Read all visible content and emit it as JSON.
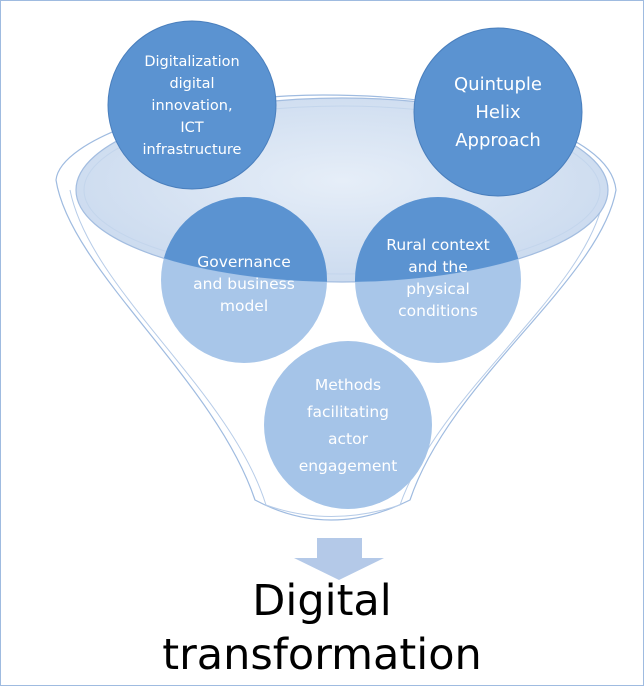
{
  "diagram": {
    "circles": [
      {
        "id": "digitalization",
        "lines": [
          "Digitalization",
          "digital",
          "innovation,",
          "ICT",
          "infrastructure"
        ]
      },
      {
        "id": "quintuple",
        "lines": [
          "Quintuple",
          "Helix",
          "Approach"
        ]
      },
      {
        "id": "governance",
        "lines": [
          "Governance",
          "and business",
          "model"
        ]
      },
      {
        "id": "rural",
        "lines": [
          "Rural context",
          "and the",
          "physical",
          "conditions"
        ]
      },
      {
        "id": "methods",
        "lines": [
          "Methods",
          "facilitating",
          "actor",
          "engagement"
        ]
      }
    ],
    "result": {
      "line1": "Digital",
      "line2": "transformation"
    }
  },
  "colors": {
    "dark_circle": "#5b93d1",
    "light_circle": "#a5c4e8",
    "mid_circle": "#8fb6e2",
    "funnel_fill": "#dbe7f4",
    "funnel_stroke": "#9fbbe0",
    "arrow": "#b4c9e8"
  }
}
